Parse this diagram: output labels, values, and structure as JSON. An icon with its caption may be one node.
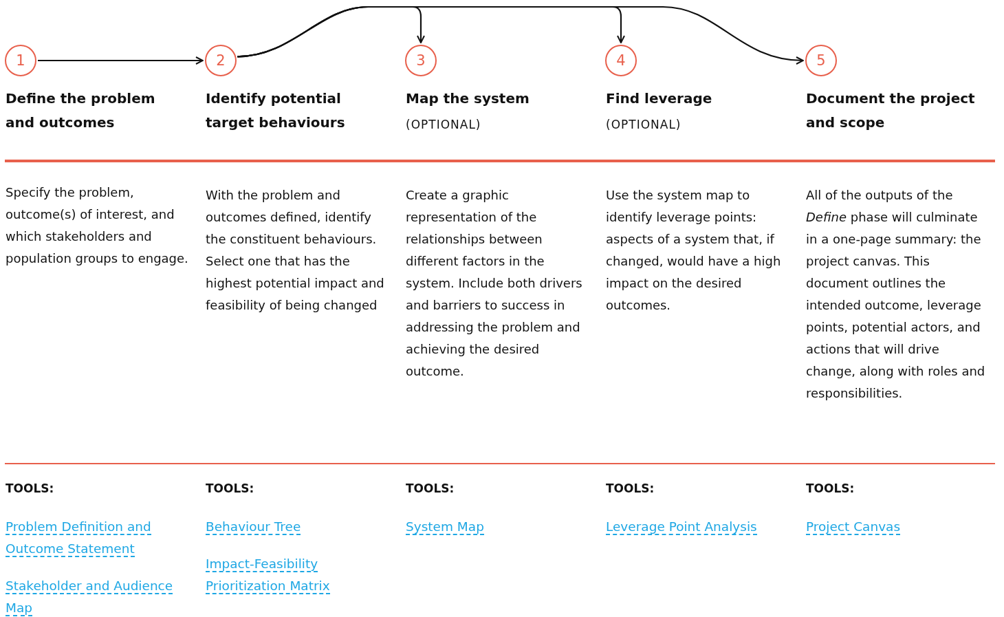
{
  "diagram": {
    "nodes": [
      {
        "text": [
          "1"
        ],
        "beside": [
          "Define the problem and outcomes"
        ]
      },
      {
        "text": [
          "2"
        ],
        "beside": [
          "Identify potential target behaviours"
        ]
      },
      {
        "text": [
          "3"
        ],
        "beside": [
          "Map the system",
          "(OPTIONAL)"
        ]
      },
      {
        "text": [
          "4"
        ],
        "beside": [
          "Find leverage",
          "(OPTIONAL)"
        ]
      },
      {
        "text": [
          "5"
        ],
        "beside": [
          "Document the project and scope"
        ]
      }
    ],
    "edges": [
      {
        "from": 0,
        "to": 1,
        "arrow": "to"
      },
      {
        "from": 1,
        "to": 2,
        "arrow": "to"
      },
      {
        "from": 1,
        "to": 3,
        "arrow": "to"
      },
      {
        "from": 1,
        "to": 4,
        "arrow": "to"
      }
    ],
    "labels": [
      "Specify the problem, outcome(s) of interest, and which stakeholders and population groups to engage.",
      "With the problem and outcomes defined, identify the constituent behaviours. Select one that has the highest potential impact and feasibility of being changed",
      "Create a graphic representation of the relationships between different factors in the system. Include both drivers and barriers to success in addressing the problem and achieving the desired outcome.",
      "Use the system map to identify leverage points: aspects of a system that, if changed, would have a high impact on the desired outcomes.",
      "All of the outputs of the *Define* phase will culminate in a one-page summary: the project canvas. This document outlines the intended outcome, leverage points, potential actors, and actions that will drive change, along with roles and responsibilities.",
      "TOOLS:",
      "Problem Definition and Outcome Statement",
      "Stakeholder and Audience Map",
      "TOOLS:",
      "Behaviour Tree",
      "Impact-Feasibility Prioritization Matrix",
      "TOOLS:",
      "System Map",
      "TOOLS:",
      "Leverage Point Analysis",
      "TOOLS:",
      "Project Canvas"
    ]
  }
}
